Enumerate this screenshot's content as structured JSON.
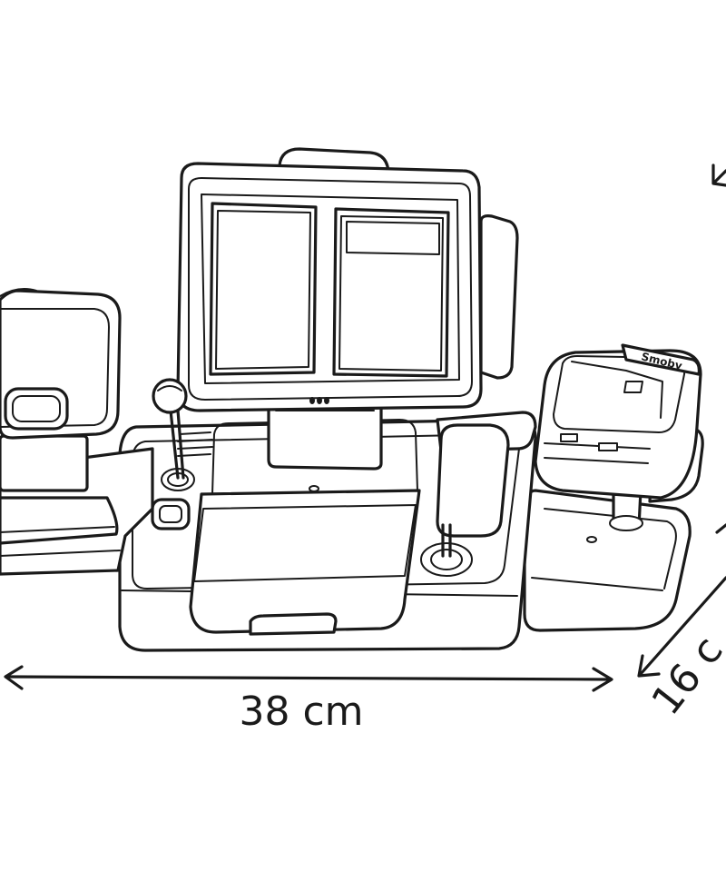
{
  "dimensions": {
    "width_label": "38 cm",
    "depth_label": "16 c"
  },
  "device": {
    "brand_text": "Smoby"
  },
  "colors": {
    "line": "#1a1a1a",
    "background": "#ffffff"
  }
}
